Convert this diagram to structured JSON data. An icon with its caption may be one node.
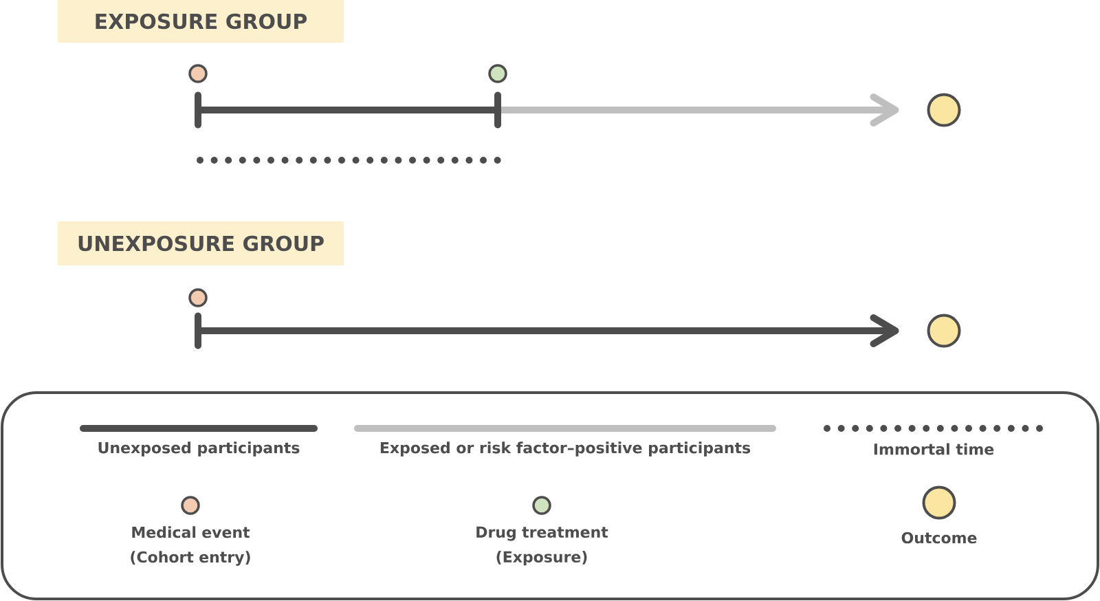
{
  "diagram": {
    "nodes": [
      {
        "text": [
          "EXPOSURE GROUP"
        ]
      },
      {
        "text": [],
        "shape": "circle"
      },
      {
        "text": [],
        "shape": "circle"
      },
      {
        "text": [],
        "shape": "bar"
      },
      {
        "text": [],
        "shape": "bar"
      },
      {
        "text": [],
        "shape": "circle"
      },
      {
        "text": [
          "UNEXPOSURE GROUP"
        ]
      },
      {
        "text": [],
        "shape": "circle"
      },
      {
        "text": [],
        "shape": "bar"
      },
      {
        "text": [],
        "shape": "circle"
      }
    ],
    "edges": [
      {
        "from": 3,
        "to": 4,
        "arrow": "none"
      },
      {
        "from": 4,
        "to": 5,
        "arrow": "to",
        "color": "#bfbfbf"
      },
      {
        "from": 8,
        "to": 9,
        "arrow": "to"
      }
    ],
    "legend": [
      {
        "text": "Unexposed participants"
      },
      {
        "text": "Exposed or risk factor–positive participants"
      },
      {
        "text": "Immortal time"
      },
      {
        "text": "Medical event (Cohort entry)",
        "color": "#f2cbb0"
      },
      {
        "text": "Drug treatment (Exposure)",
        "color": "#cfe3bf"
      },
      {
        "text": "Outcome",
        "color": "#fae6a0"
      }
    ]
  }
}
